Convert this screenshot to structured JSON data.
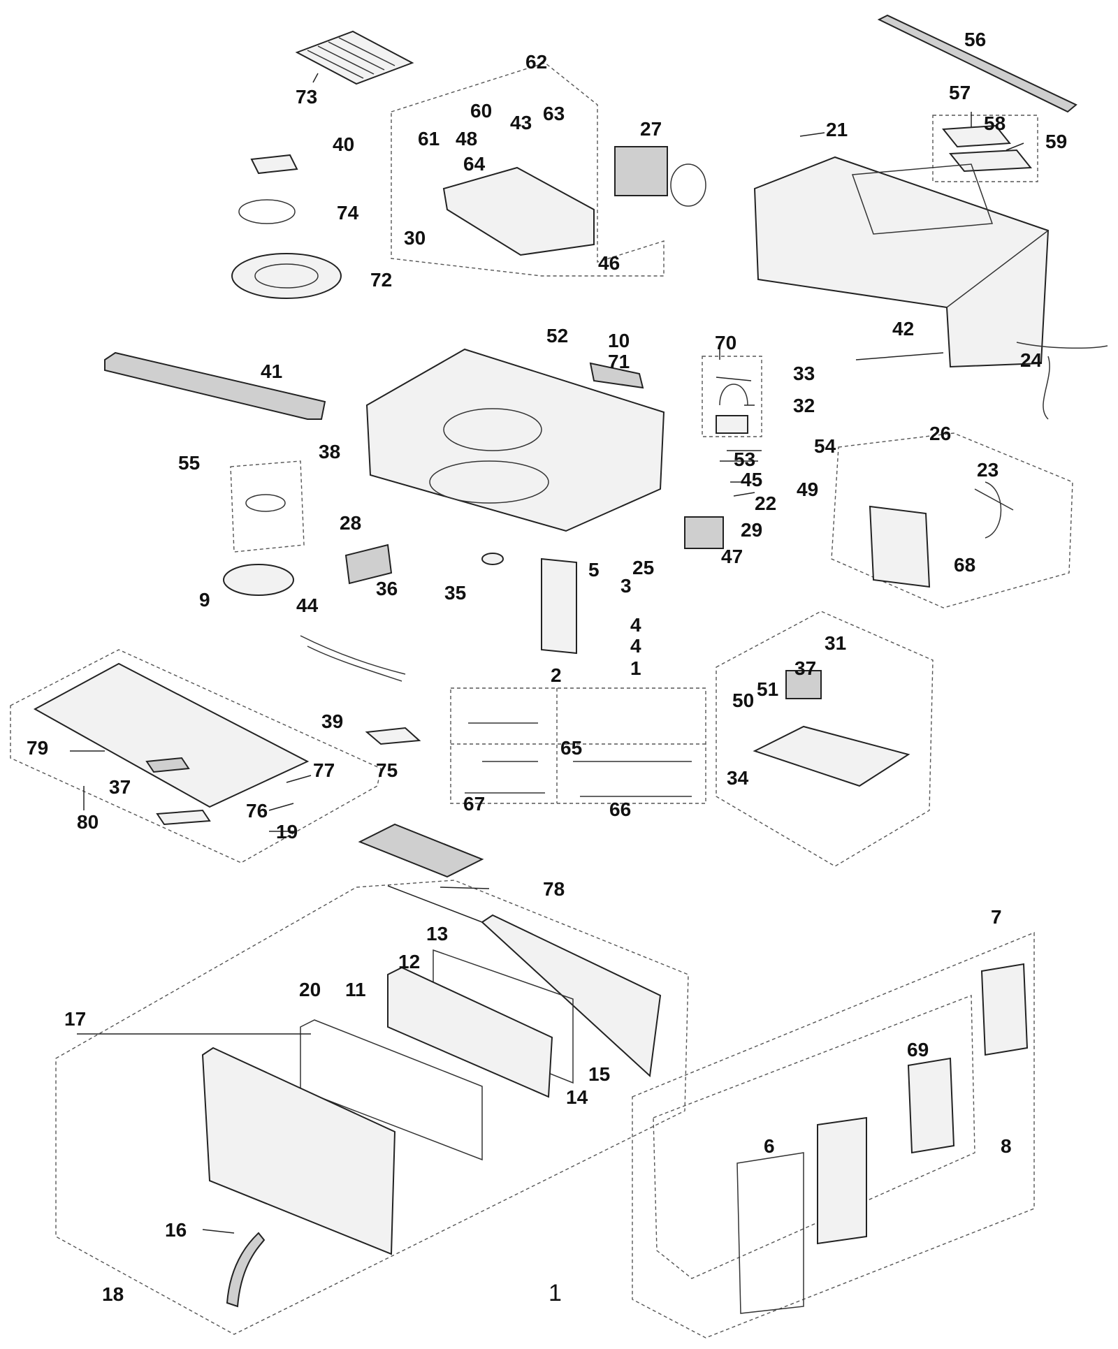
{
  "diagram": {
    "page_number": "1",
    "callouts": [
      {
        "id": "c73",
        "label": "73"
      },
      {
        "id": "c62",
        "label": "62"
      },
      {
        "id": "c56",
        "label": "56"
      },
      {
        "id": "c60",
        "label": "60"
      },
      {
        "id": "c63",
        "label": "63"
      },
      {
        "id": "c43",
        "label": "43"
      },
      {
        "id": "c61",
        "label": "61"
      },
      {
        "id": "c48",
        "label": "48"
      },
      {
        "id": "c27",
        "label": "27"
      },
      {
        "id": "c57",
        "label": "57"
      },
      {
        "id": "c58",
        "label": "58"
      },
      {
        "id": "c59",
        "label": "59"
      },
      {
        "id": "c21",
        "label": "21"
      },
      {
        "id": "c40",
        "label": "40"
      },
      {
        "id": "c64",
        "label": "64"
      },
      {
        "id": "c74",
        "label": "74"
      },
      {
        "id": "c30",
        "label": "30"
      },
      {
        "id": "c46",
        "label": "46"
      },
      {
        "id": "c72",
        "label": "72"
      },
      {
        "id": "c42",
        "label": "42"
      },
      {
        "id": "c24",
        "label": "24"
      },
      {
        "id": "c52",
        "label": "52"
      },
      {
        "id": "c10",
        "label": "10"
      },
      {
        "id": "c70",
        "label": "70"
      },
      {
        "id": "c71",
        "label": "71"
      },
      {
        "id": "c33",
        "label": "33"
      },
      {
        "id": "c41",
        "label": "41"
      },
      {
        "id": "c32",
        "label": "32"
      },
      {
        "id": "c26",
        "label": "26"
      },
      {
        "id": "c23",
        "label": "23"
      },
      {
        "id": "c54",
        "label": "54"
      },
      {
        "id": "c38",
        "label": "38"
      },
      {
        "id": "c55",
        "label": "55"
      },
      {
        "id": "c53",
        "label": "53"
      },
      {
        "id": "c45",
        "label": "45"
      },
      {
        "id": "c49",
        "label": "49"
      },
      {
        "id": "c22",
        "label": "22"
      },
      {
        "id": "c28",
        "label": "28"
      },
      {
        "id": "c29",
        "label": "29"
      },
      {
        "id": "c68",
        "label": "68"
      },
      {
        "id": "c47",
        "label": "47"
      },
      {
        "id": "c25",
        "label": "25"
      },
      {
        "id": "c36",
        "label": "36"
      },
      {
        "id": "c5",
        "label": "5"
      },
      {
        "id": "c35",
        "label": "35"
      },
      {
        "id": "c3",
        "label": "3"
      },
      {
        "id": "c9",
        "label": "9"
      },
      {
        "id": "c44",
        "label": "44"
      },
      {
        "id": "c4a",
        "label": "4"
      },
      {
        "id": "c4b",
        "label": "4"
      },
      {
        "id": "c31",
        "label": "31"
      },
      {
        "id": "c1",
        "label": "1"
      },
      {
        "id": "c2",
        "label": "2"
      },
      {
        "id": "c37a",
        "label": "37"
      },
      {
        "id": "c51",
        "label": "51"
      },
      {
        "id": "c50",
        "label": "50"
      },
      {
        "id": "c39",
        "label": "39"
      },
      {
        "id": "c79",
        "label": "79"
      },
      {
        "id": "c65",
        "label": "65"
      },
      {
        "id": "c77",
        "label": "77"
      },
      {
        "id": "c75",
        "label": "75"
      },
      {
        "id": "c37b",
        "label": "37"
      },
      {
        "id": "c34",
        "label": "34"
      },
      {
        "id": "c76",
        "label": "76"
      },
      {
        "id": "c67",
        "label": "67"
      },
      {
        "id": "c66",
        "label": "66"
      },
      {
        "id": "c80",
        "label": "80"
      },
      {
        "id": "c19",
        "label": "19"
      },
      {
        "id": "c78",
        "label": "78"
      },
      {
        "id": "c7",
        "label": "7"
      },
      {
        "id": "c13",
        "label": "13"
      },
      {
        "id": "c12",
        "label": "12"
      },
      {
        "id": "c20",
        "label": "20"
      },
      {
        "id": "c11",
        "label": "11"
      },
      {
        "id": "c17",
        "label": "17"
      },
      {
        "id": "c69",
        "label": "69"
      },
      {
        "id": "c15",
        "label": "15"
      },
      {
        "id": "c14",
        "label": "14"
      },
      {
        "id": "c8",
        "label": "8"
      },
      {
        "id": "c6",
        "label": "6"
      },
      {
        "id": "c16",
        "label": "16"
      },
      {
        "id": "c18",
        "label": "18"
      }
    ]
  }
}
